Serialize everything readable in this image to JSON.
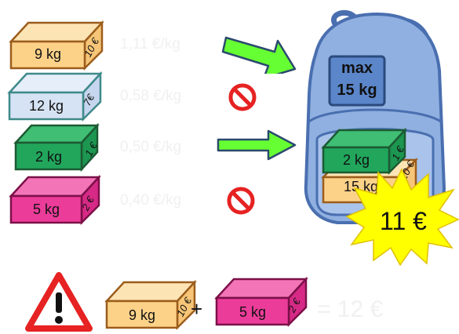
{
  "colors": {
    "orange": "#fcd289",
    "light_blue": "#d6e3f4",
    "green": "#21a65c",
    "pink": "#ec3c9a",
    "arrow_green": "#66ff33",
    "backpack": "#8fb0e0",
    "starburst": "#ffff00"
  },
  "boxes": [
    {
      "weight": "9 kg",
      "price": "10 €",
      "ratio": "1,11 €/kg",
      "selected": true
    },
    {
      "weight": "12 kg",
      "price": "7€",
      "ratio": "0,58 €/kg",
      "selected": false
    },
    {
      "weight": "2 kg",
      "price": "1 €",
      "ratio": "0,50 €/kg",
      "selected": true
    },
    {
      "weight": "5 kg",
      "price": "2 €",
      "ratio": "0,40 €/kg",
      "selected": false
    }
  ],
  "backpack": {
    "label_line1": "max",
    "label_line2": "15 kg",
    "inside_top": {
      "weight": "2 kg",
      "price": "1 €"
    },
    "inside_bottom": {
      "weight": "15 kg",
      "price": "10 €"
    },
    "total": "11 €"
  },
  "warning": {
    "box_a": {
      "weight": "9 kg",
      "price": "10 €"
    },
    "plus": "+",
    "box_b": {
      "weight": "5 kg",
      "price": "2 €"
    },
    "equals": "= 12 €"
  }
}
